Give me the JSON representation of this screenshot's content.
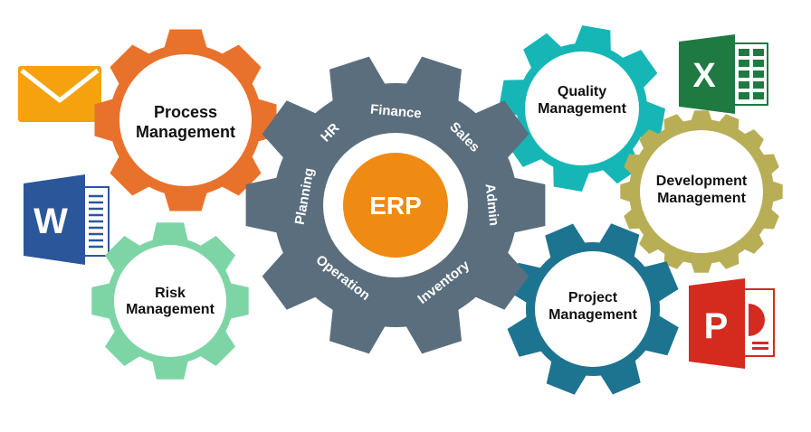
{
  "center": {
    "label": "ERP",
    "modules": [
      "HR",
      "Finance",
      "Sales",
      "Admin",
      "Inventory",
      "Operation",
      "Planning"
    ]
  },
  "gears": {
    "process": {
      "line1": "Process",
      "line2": "Management"
    },
    "risk": {
      "line1": "Risk",
      "line2": "Management"
    },
    "quality": {
      "line1": "Quality",
      "line2": "Management"
    },
    "development": {
      "line1": "Development",
      "line2": "Management"
    },
    "project": {
      "line1": "Project",
      "line2": "Management"
    }
  },
  "icons": {
    "mail": "mail-icon",
    "word": "word-icon",
    "excel": "excel-icon",
    "powerpoint": "powerpoint-icon",
    "word_letter": "W",
    "excel_letter": "X",
    "powerpoint_letter": "P"
  },
  "colors": {
    "erp_gear": "#5a6e7d",
    "erp_hub": "#ef8a12",
    "process": "#e8722b",
    "risk": "#7dd5a6",
    "quality": "#16b6b6",
    "development": "#b8ae56",
    "project": "#1d7490",
    "mail": "#f5a20e",
    "word": "#2b569a",
    "excel": "#1f7a42",
    "powerpoint": "#d52b1f"
  }
}
